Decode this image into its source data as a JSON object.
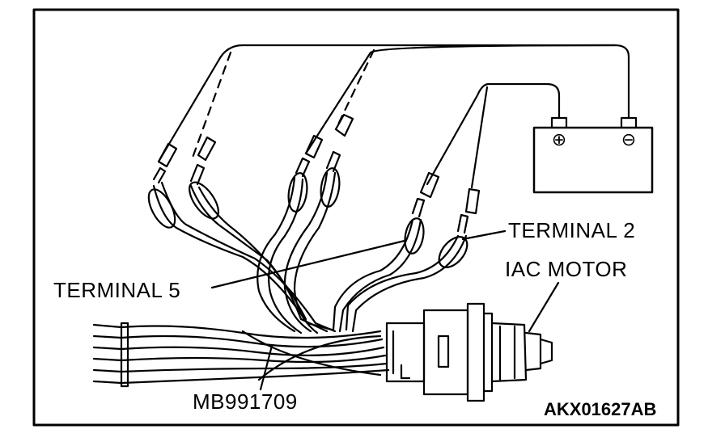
{
  "labels": {
    "terminal_2": "TERMINAL 2",
    "terminal_5": "TERMINAL 5",
    "iac_motor": "IAC MOTOR",
    "tool": "MB991709",
    "figure_code": "AKX01627AB"
  },
  "battery": {
    "positive_symbol": "⊕",
    "negative_symbol": "⊖"
  },
  "colors": {
    "line": "#000000",
    "background": "#ffffff"
  }
}
